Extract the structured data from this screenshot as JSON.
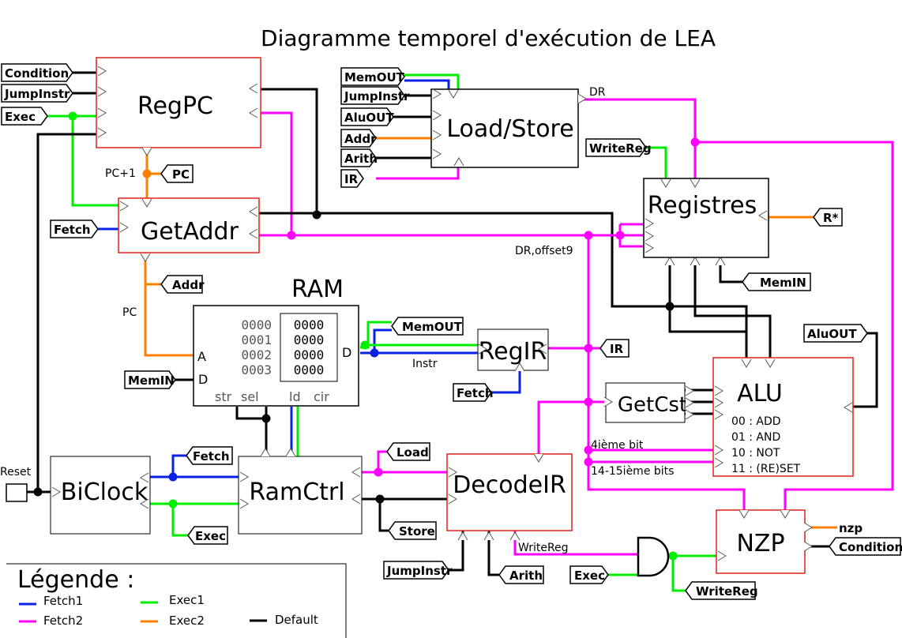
{
  "title": "Diagramme temporel d'exécution de LEA",
  "colors": {
    "fetch1": "#0a22e6",
    "fetch2": "#ff00ff",
    "exec1": "#00ee00",
    "exec2": "#ff8000",
    "default": "#000000",
    "block_border_red": "#e0201b"
  },
  "blocks": {
    "regpc": "RegPC",
    "getaddr": "GetAddr",
    "loadstore": "Load/Store",
    "registres": "Registres",
    "ram": "RAM",
    "regir": "RegIR",
    "getcst": "GetCst",
    "alu": "ALU",
    "biclock": "BiClock",
    "ramctrl": "RamCtrl",
    "decodeir": "DecodeIR",
    "nzp": "NZP"
  },
  "tags": {
    "condition_in": "Condition",
    "jumpinstr_in": "JumpInstr",
    "exec_in": "Exec",
    "pc": "PC",
    "fetch_getaddr": "Fetch",
    "memout_ls": "MemOUT",
    "jumpinstr_ls": "JumpInstr",
    "aluout_ls": "AluOUT",
    "addr_ls": "Addr",
    "arith_ls": "Arith",
    "ir_ls": "IR",
    "writereg_reg": "WriteReg",
    "rstar": "R*",
    "memin_reg": "MemIN",
    "addr_ram": "Addr",
    "memin_ram": "MemIN",
    "memout_ram": "MemOUT",
    "ir_out": "IR",
    "fetch_regir": "Fetch",
    "aluout_alu": "AluOUT",
    "fetch_clock": "Fetch",
    "exec_clock": "Exec",
    "load": "Load",
    "store": "Store",
    "jumpinstr_dec": "JumpInstr",
    "arith_dec": "Arith",
    "exec_and": "Exec",
    "writereg_nzp": "WriteReg",
    "nzp_out": "nzp",
    "condition_out": "Condition"
  },
  "labels": {
    "pc_plus1": "PC+1",
    "pc": "PC",
    "dr": "DR",
    "dr_offset9": "DR,offset9",
    "instr": "Instr",
    "bit4": "4ième bit",
    "bits1415": "14-15ième bits",
    "writereg": "WriteReg",
    "reset": "Reset"
  },
  "ram": {
    "addresses": [
      "0000",
      "0001",
      "0002",
      "0003"
    ],
    "values": [
      "0000",
      "0000",
      "0000",
      "0000"
    ],
    "pin_a": "A",
    "pin_d_in": "D",
    "pin_d_out": "D",
    "pin_str": "str",
    "pin_sel": "sel",
    "pin_ld": "ld",
    "pin_cir": "cir"
  },
  "alu_ops": [
    "00 : ADD",
    "01 : AND",
    "10 : NOT",
    "11 : (RE)SET"
  ],
  "legend": {
    "title": "Légende :",
    "items": [
      "Fetch1",
      "Exec1",
      "Default",
      "Fetch2",
      "Exec2"
    ]
  }
}
